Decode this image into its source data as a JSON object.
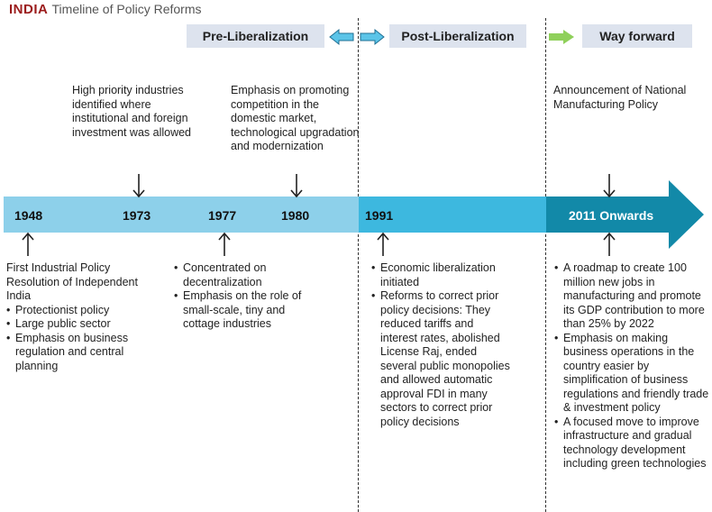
{
  "header": {
    "brand": "INDIA",
    "subtitle": "Timeline of Policy Reforms"
  },
  "phases": {
    "pre": "Pre-Liberalization",
    "post": "Post-Liberalization",
    "forward": "Way forward"
  },
  "colors": {
    "bar_light": "#8dd0ea",
    "bar_mid": "#3db8df",
    "bar_dark": "#1289a8",
    "arrow_blue": "#5bc4e8",
    "arrow_green": "#8fd05a",
    "phase_bg": "#dde3ee",
    "brand_red": "#9b1b1b"
  },
  "timeline": {
    "years": [
      "1948",
      "1973",
      "1977",
      "1980",
      "1991",
      "2011 Onwards"
    ]
  },
  "events": {
    "e1948": {
      "intro": "First Industrial Policy Resolution of Independent India",
      "bullets": [
        "Protectionist policy",
        "Large public sector",
        "Emphasis on business regulation and central planning"
      ]
    },
    "e1973": {
      "text": "High priority industries identified where institutional and foreign investment was allowed"
    },
    "e1977": {
      "bullets": [
        "Concentrated on decentralization",
        "Emphasis on the role of small-scale, tiny and cottage industries"
      ]
    },
    "e1980": {
      "text": "Emphasis on promoting competition in the domestic market, technological upgradation and modernization"
    },
    "e1991": {
      "bullets": [
        "Economic liberalization initiated",
        "Reforms to correct prior policy decisions: They reduced tariffs and interest rates, abolished License Raj, ended several public monopolies and allowed automatic approval FDI in many sectors to correct prior policy decisions"
      ]
    },
    "e2011": {
      "intro": "Announcement of National Manufacturing Policy",
      "bullets": [
        "A roadmap to create 100 million new jobs in manufacturing and promote its GDP contribution to more than 25% by 2022",
        "Emphasis on making business operations in the country easier by simplification of business regulations and friendly trade & investment policy",
        "A focused move to improve infrastructure and gradual technology development including green technologies"
      ]
    }
  }
}
